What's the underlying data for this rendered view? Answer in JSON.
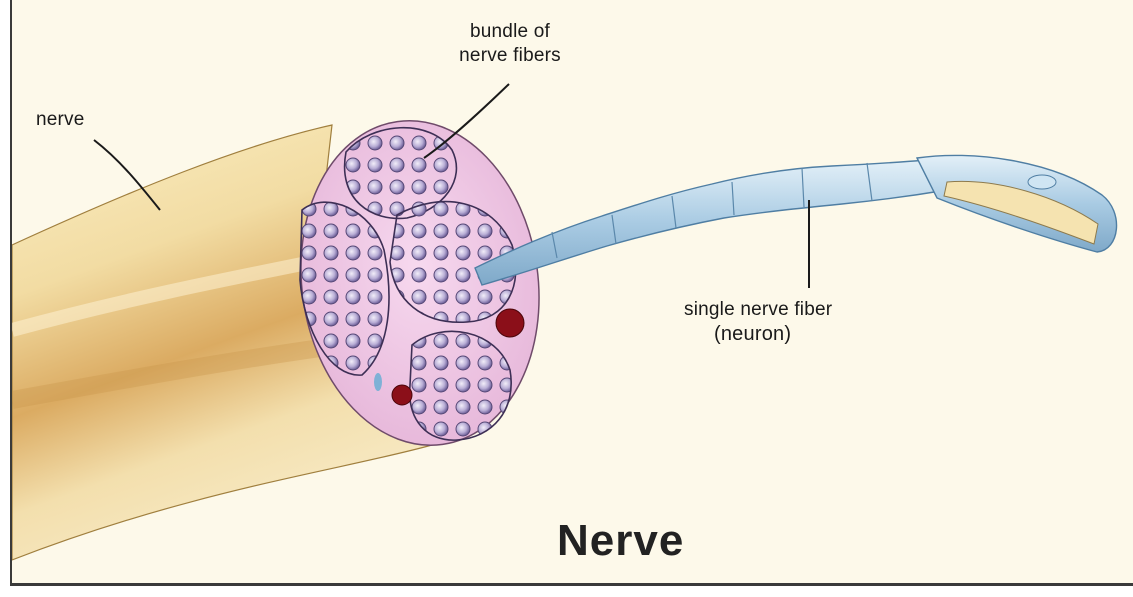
{
  "diagram": {
    "title": "Nerve",
    "labels": {
      "nerve": "nerve",
      "bundle_line1": "bundle of",
      "bundle_line2": "nerve fibers",
      "fiber_line1": "single nerve fiber",
      "fiber_line2": "(neuron)"
    },
    "colors": {
      "background": "#fdf9ea",
      "nerve_outer": "#f3dda6",
      "nerve_shade": "#d9aa62",
      "cross_section": "#f2cfe8",
      "bundle": "#d9d2ec",
      "fiber_dot": "#a99cc8",
      "blood_vessel": "#8b0f19",
      "neuron": "#b9d6ea",
      "neuron_core": "#f5e3b0"
    }
  }
}
